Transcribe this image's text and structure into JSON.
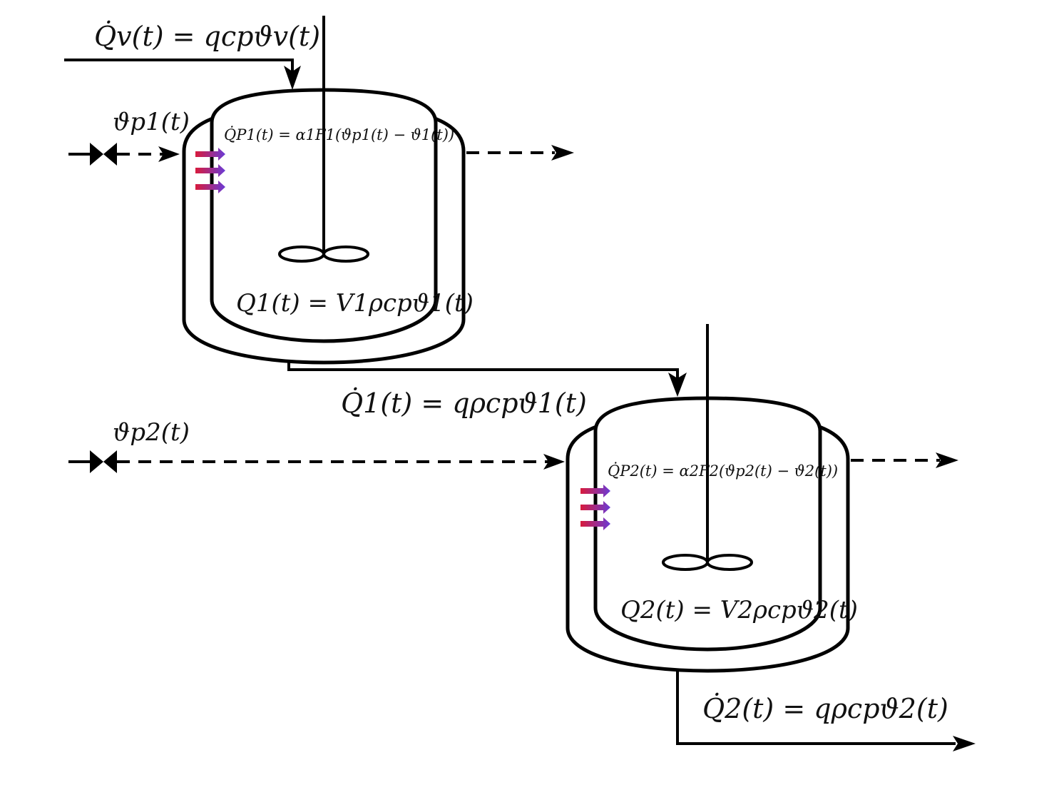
{
  "labels": {
    "heat_in": "Q̇v(t) = qcpϑv(t)",
    "jacket1_temp": "ϑp1(t)",
    "heat_jacket1": "Q̇P1(t) = α1F1(ϑp1(t) − ϑ1(t))",
    "tank1_heat": "Q1(t) = V1ρcpϑ1(t)",
    "flow1": "Q̇1(t) = qρcpϑ1(t)",
    "jacket2_temp": "ϑp2(t)",
    "heat_jacket2": "Q̇P2(t) = α2F2(ϑp2(t) − ϑ2(t))",
    "tank2_heat": "Q2(t) = V2ρcpϑ2(t)",
    "flow2": "Q̇2(t) = qρcpϑ2(t)"
  },
  "colors": {
    "lines": "#000000",
    "heat_arrow_start": "#d81b3c",
    "heat_arrow_end": "#6a3bd6"
  }
}
